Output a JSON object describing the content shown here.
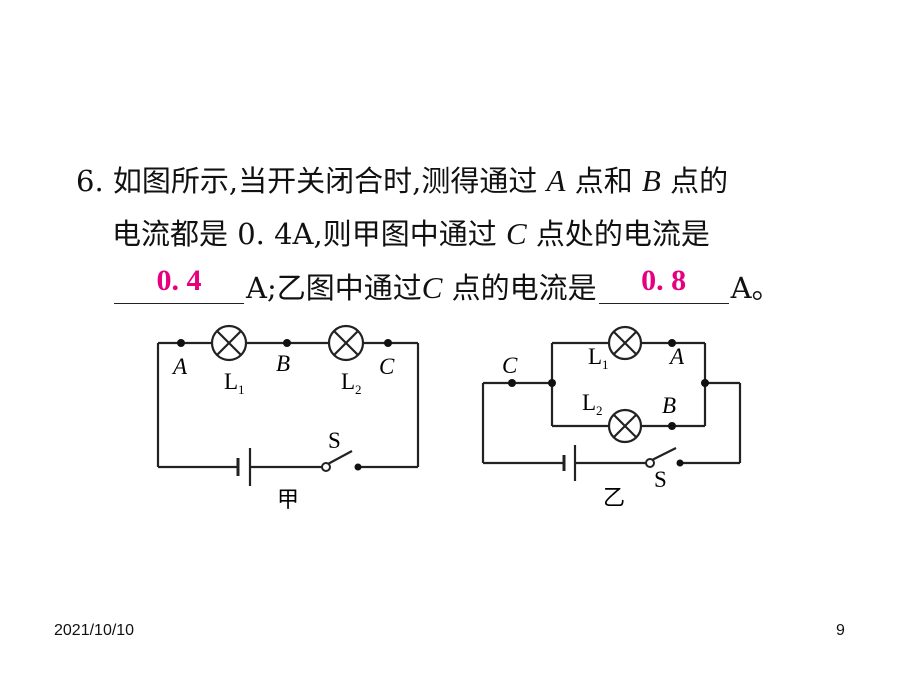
{
  "question": {
    "number": "6.",
    "line1_a": "如图所示,当开关闭合时,测得通过",
    "line1_pt_a": "A",
    "line1_b": " 点和 ",
    "line1_pt_b": "B",
    "line1_c": " 点的",
    "line2_a": "电流都是 0. 4A,则甲图中通过 ",
    "line2_pt_c": "C",
    "line2_b": " 点处的电流是",
    "line3_a": "A;乙图中通过",
    "line3_pt_c": "C",
    "line3_b": " 点的电流是",
    "line3_c": "A。",
    "answer1": "0. 4",
    "answer2": "0. 8"
  },
  "figure_jia": {
    "caption": "甲",
    "point_a": "A",
    "point_b": "B",
    "point_c": "C",
    "lamp1": "L",
    "lamp1_sub": "1",
    "lamp2": "L",
    "lamp2_sub": "2",
    "switch": "S"
  },
  "figure_yi": {
    "caption": "乙",
    "point_a": "A",
    "point_b": "B",
    "point_c": "C",
    "lamp1": "L",
    "lamp1_sub": "1",
    "lamp2": "L",
    "lamp2_sub": "2",
    "switch": "S"
  },
  "footer": {
    "date": "2021/10/10",
    "page": "9"
  },
  "colors": {
    "answer": "#e6007e",
    "wire": "#222222"
  }
}
